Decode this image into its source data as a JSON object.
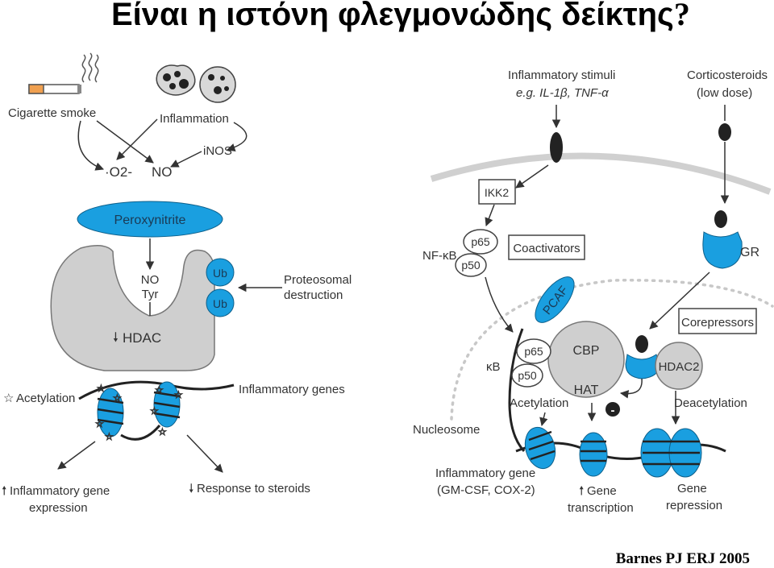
{
  "title": "Είναι η ιστόνη φλεγμονώδης δείκτης",
  "title_mark": "?",
  "citation": "Barnes PJ ERJ 2005",
  "colors": {
    "blue": "#1a9fe0",
    "grey": "#cfcfcf",
    "line": "#333333"
  },
  "left": {
    "cigarette_smoke": "Cigarette smoke",
    "inflammation": "Inflammation",
    "inos": "iNOS",
    "superoxide": "·O2-",
    "no": "NO",
    "peroxynitrite": "Peroxynitrite",
    "no_tyr_1": "NO",
    "no_tyr_2": "Tyr",
    "hdac": "HDAC",
    "ub1": "Ub",
    "ub2": "Ub",
    "proteosomal_1": "Proteosomal",
    "proteosomal_2": "destruction",
    "acetylation": "Acetylation",
    "inflammatory_genes": "Inflammatory genes",
    "expr_1": "Inflammatory gene",
    "expr_2": "expression",
    "steroids": "Response to steroids"
  },
  "right": {
    "stimuli_1": "Inflammatory stimuli",
    "stimuli_2": "e.g. IL-1β, TNF-α",
    "cortico_1": "Corticosteroids",
    "cortico_2": "(low dose)",
    "ikk2": "IKK2",
    "nfkb": "NF-κB",
    "p65a": "p65",
    "p50a": "p50",
    "coactivators": "Coactivators",
    "gr": "GR",
    "pcaf": "PCAF",
    "corepressors": "Corepressors",
    "kb": "κB",
    "p65b": "p65",
    "p50b": "p50",
    "cbp": "CBP",
    "hat": "HAT",
    "hdac2": "HDAC2",
    "acetylation": "Acetylation",
    "deacetylation": "Deacetylation",
    "minus": "-",
    "nucleosome": "Nucleosome",
    "gene_1": "Inflammatory gene",
    "gene_2": "(GM-CSF, COX-2)",
    "transcription_1": "Gene",
    "transcription_2": "transcription",
    "repression_1": "Gene",
    "repression_2": "repression"
  }
}
